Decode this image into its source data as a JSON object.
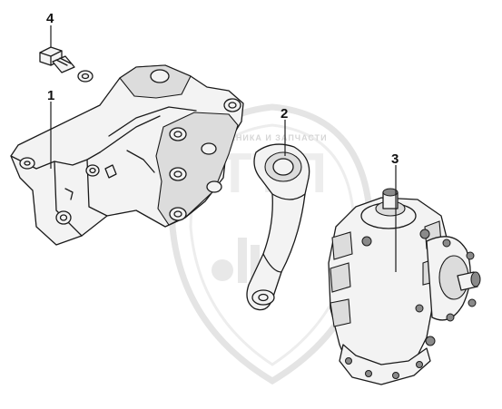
{
  "callouts": [
    {
      "id": "1",
      "label": "1"
    },
    {
      "id": "2",
      "label": "2"
    },
    {
      "id": "3",
      "label": "3"
    },
    {
      "id": "4",
      "label": "4"
    }
  ],
  "watermark": {
    "text": "ТЕХНИКА И ЗАПЧАСТИ",
    "color": "#d6d6d6"
  },
  "colors": {
    "ink": "#1a1a1a",
    "part_fill": "#f3f3f3",
    "shade": "#dcdcdc"
  }
}
